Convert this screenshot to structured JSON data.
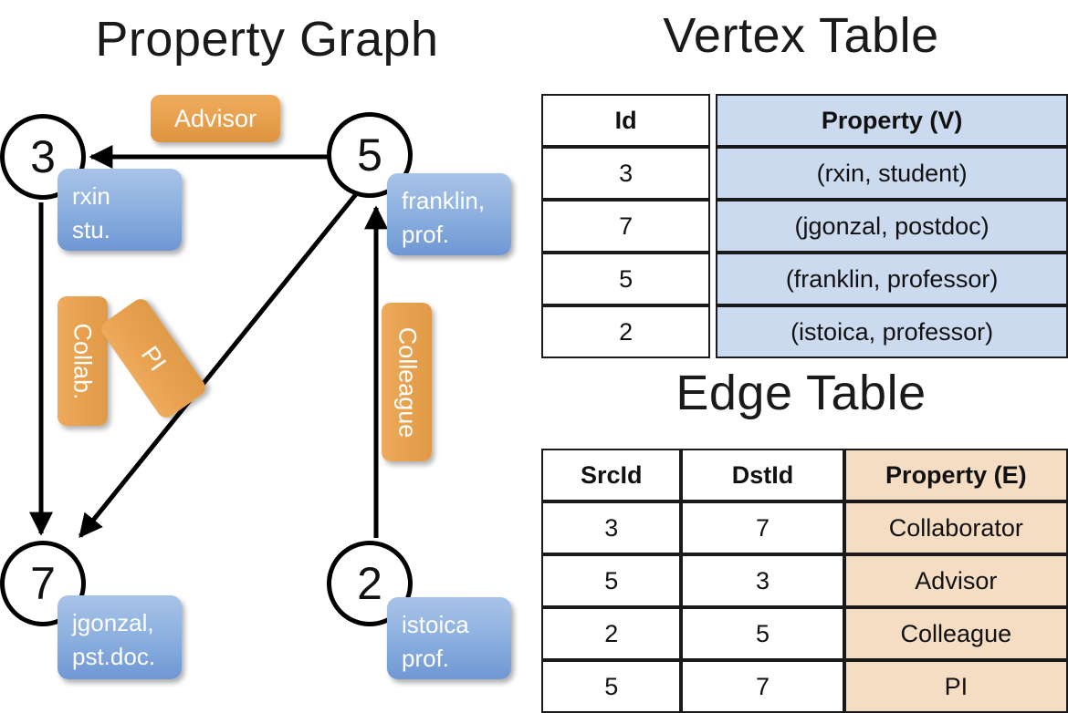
{
  "titles": {
    "graph": "Property Graph",
    "vertex_table": "Vertex Table",
    "edge_table": "Edge Table"
  },
  "graph": {
    "vertices": [
      {
        "id": "3",
        "property": "rxin\nstu."
      },
      {
        "id": "5",
        "property": "franklin,\nprof."
      },
      {
        "id": "7",
        "property": "jgonzal,\npst.doc."
      },
      {
        "id": "2",
        "property": "istoica\nprof."
      }
    ],
    "vertex_labels": {
      "n3": "3",
      "n5": "5",
      "n7": "7",
      "n2": "2"
    },
    "property_boxes": {
      "rxin_line1": "rxin",
      "rxin_line2": "stu.",
      "franklin_line1": "franklin,",
      "franklin_line2": "prof.",
      "jgonzal_line1": "jgonzal,",
      "jgonzal_line2": "pst.doc.",
      "istoica_line1": "istoica",
      "istoica_line2": "prof."
    },
    "edge_labels": {
      "advisor": "Advisor",
      "collab": "Collab.",
      "pi": "PI",
      "colleague": "Colleague"
    }
  },
  "vertex_table": {
    "headers": [
      "Id",
      "Property (V)"
    ],
    "rows": [
      [
        "3",
        "(rxin, student)"
      ],
      [
        "7",
        "(jgonzal, postdoc)"
      ],
      [
        "5",
        "(franklin, professor)"
      ],
      [
        "2",
        "(istoica, professor)"
      ]
    ]
  },
  "edge_table": {
    "headers": [
      "SrcId",
      "DstId",
      "Property (E)"
    ],
    "rows": [
      [
        "3",
        "7",
        "Collaborator"
      ],
      [
        "5",
        "3",
        "Advisor"
      ],
      [
        "2",
        "5",
        "Colleague"
      ],
      [
        "5",
        "7",
        "PI"
      ]
    ]
  },
  "colors": {
    "vertex_property_fill": "#ccdaf0",
    "edge_property_fill": "#f5ddc3",
    "node_box_blue": "#8fb2e0",
    "edge_label_orange": "#e9a24f",
    "border": "#1a1a1a"
  }
}
